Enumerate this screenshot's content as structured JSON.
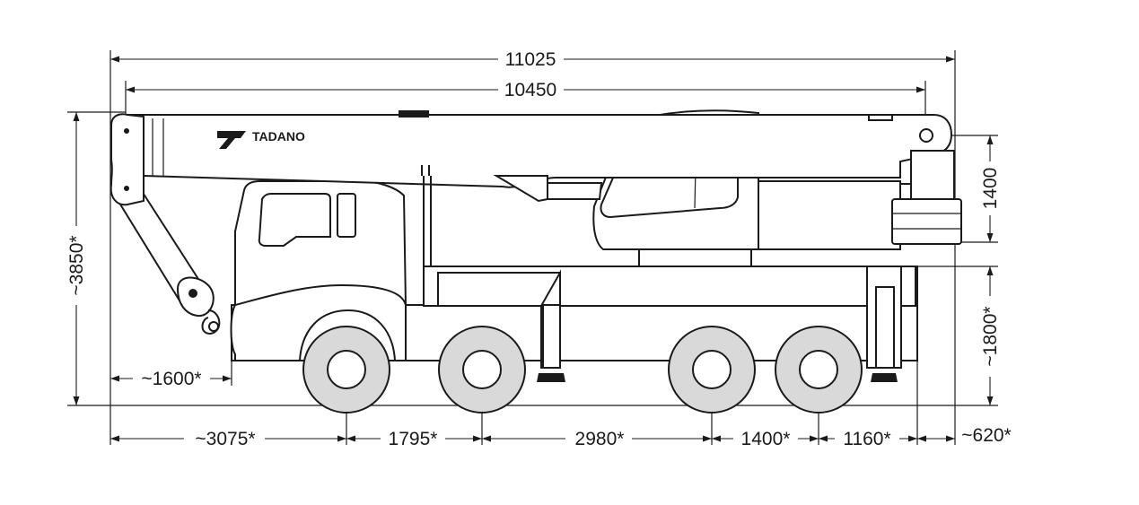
{
  "brand": {
    "name": "TADANO"
  },
  "colors": {
    "line": "#1a1a1a",
    "tire": "#d9d9d9",
    "background": "#ffffff"
  },
  "dimensions": {
    "overall_length": "11025",
    "boom_length": "10450",
    "overall_height": "~3850*",
    "front_overhang": "~1600*",
    "front_to_axle1": "~3075*",
    "axle1_to_axle2": "1795*",
    "axle2_to_axle3": "2980*",
    "axle3_to_axle4": "1400*",
    "axle4_to_outrigger": "1160*",
    "rear_overhang": "~620*",
    "counterweight_height": "1400",
    "deck_height": "~1800*"
  }
}
